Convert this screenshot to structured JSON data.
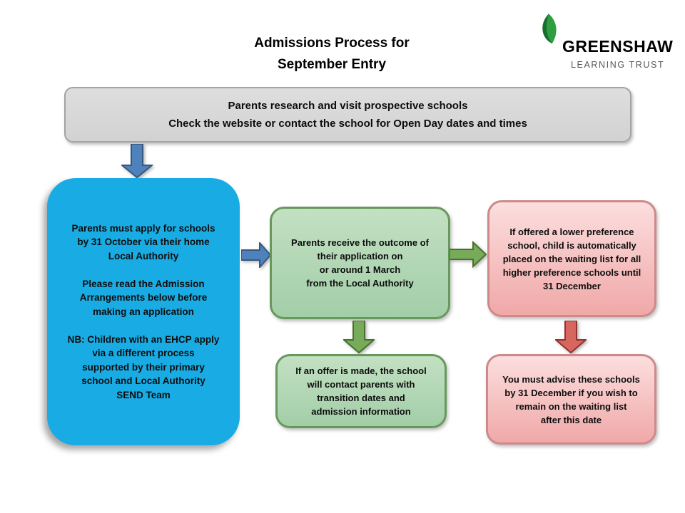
{
  "title": {
    "lines": [
      "Admissions Process for",
      "September Entry"
    ]
  },
  "logo": {
    "brand": "GREENSHAW",
    "subbrand": "LEARNING TRUST"
  },
  "flow": {
    "research": {
      "lines": [
        "Parents research and visit prospective schools",
        "Check the website or contact the school for Open Day dates and times"
      ]
    },
    "apply": {
      "lines": [
        "Parents must apply for schools",
        "by 31 October via their home",
        "Local Authority",
        "",
        "Please read the Admission",
        "Arrangements below before",
        "making an application",
        "",
        "NB: Children with an EHCP apply",
        "via a different process",
        "supported by their primary",
        "school and Local Authority",
        "SEND Team"
      ]
    },
    "outcome": {
      "lines": [
        "Parents receive the outcome of",
        "their application on",
        "or around 1 March",
        "from the Local Authority"
      ]
    },
    "waiting_list": {
      "lines": [
        "If offered a lower preference",
        "school, child is automatically",
        "placed on the waiting list for all",
        "higher preference schools until",
        "31 December"
      ]
    },
    "offer": {
      "lines": [
        "If an offer is made, the school",
        "will contact parents with",
        "transition dates and",
        "admission information"
      ]
    },
    "advise": {
      "lines": [
        "You must advise these schools",
        "by 31 December if you wish to",
        "remain on the waiting list",
        "after this date"
      ]
    }
  },
  "colors": {
    "gray_box_fill": "#d9d9d9",
    "gray_box_border": "#a3a3a3",
    "blue_box_fill": "#19ace4",
    "green_box_fill": "#aed4ae",
    "green_box_border": "#67995c",
    "pink_box_fill": "#f5bcbc",
    "pink_box_border": "#cd8a8a",
    "arrow_blue": "#4f81bd",
    "arrow_blue_border": "#37587c",
    "arrow_green": "#77ab59",
    "arrow_green_border": "#49702f",
    "arrow_red": "#d9665e",
    "arrow_red_border": "#8f3430",
    "leaf_green_dark": "#156d2e",
    "leaf_green_light": "#2e9e41"
  }
}
